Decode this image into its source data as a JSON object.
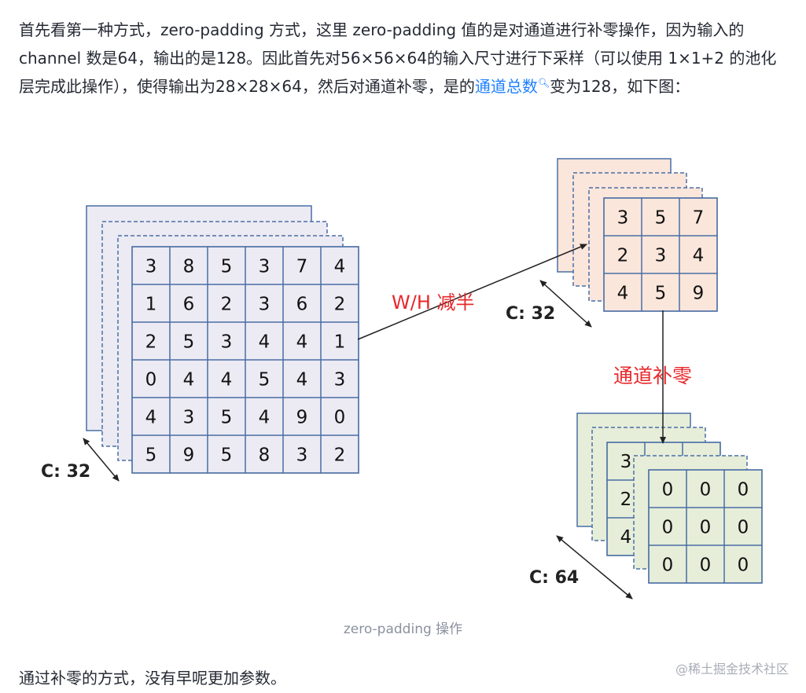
{
  "article": {
    "para1_part1": "首先看第一种方式，zero-padding 方式，这里 zero-padding 值的是对通道进行补零操作，因为输入的 channel 数是64，输出的是128。因此首先对56×56×64的输入尺寸进行下采样（可以使用 1×1+2 的池化层完成此操作），使得输出为28×28×64，然后对通道补零，是的",
    "para1_link": "通道总数",
    "para1_part2": "变为128，如下图：",
    "caption": "zero-padding 操作",
    "para2": "通过补零的方式，没有早呢更加参数。",
    "watermark": "@稀土掘金技术社区"
  },
  "figure": {
    "label_wh": "W/H 减半",
    "label_pad": "通道补零",
    "label_c_left": "C: 32",
    "label_c_mid": "C: 32",
    "label_c_bottom": "C: 64",
    "input_grid": [
      [
        "3",
        "8",
        "5",
        "3",
        "7",
        "4"
      ],
      [
        "1",
        "6",
        "2",
        "3",
        "6",
        "2"
      ],
      [
        "2",
        "5",
        "3",
        "4",
        "4",
        "1"
      ],
      [
        "0",
        "4",
        "4",
        "5",
        "4",
        "3"
      ],
      [
        "4",
        "3",
        "5",
        "4",
        "9",
        "0"
      ],
      [
        "5",
        "9",
        "5",
        "8",
        "3",
        "2"
      ]
    ],
    "pooled_grid": [
      [
        "3",
        "5",
        "7"
      ],
      [
        "2",
        "3",
        "4"
      ],
      [
        "4",
        "5",
        "9"
      ]
    ],
    "padded_grid": [
      [
        "0",
        "0",
        "0"
      ],
      [
        "0",
        "0",
        "0"
      ],
      [
        "0",
        "0",
        "0"
      ]
    ],
    "behind_digits": [
      "3",
      "2",
      "4"
    ],
    "colors": {
      "input_fill": "#eceaf3",
      "pooled_fill": "#fbe6dc",
      "padded_fill": "#e6edd9",
      "grid_stroke": "#4a6fa5",
      "red_label": "#e8282b"
    }
  }
}
